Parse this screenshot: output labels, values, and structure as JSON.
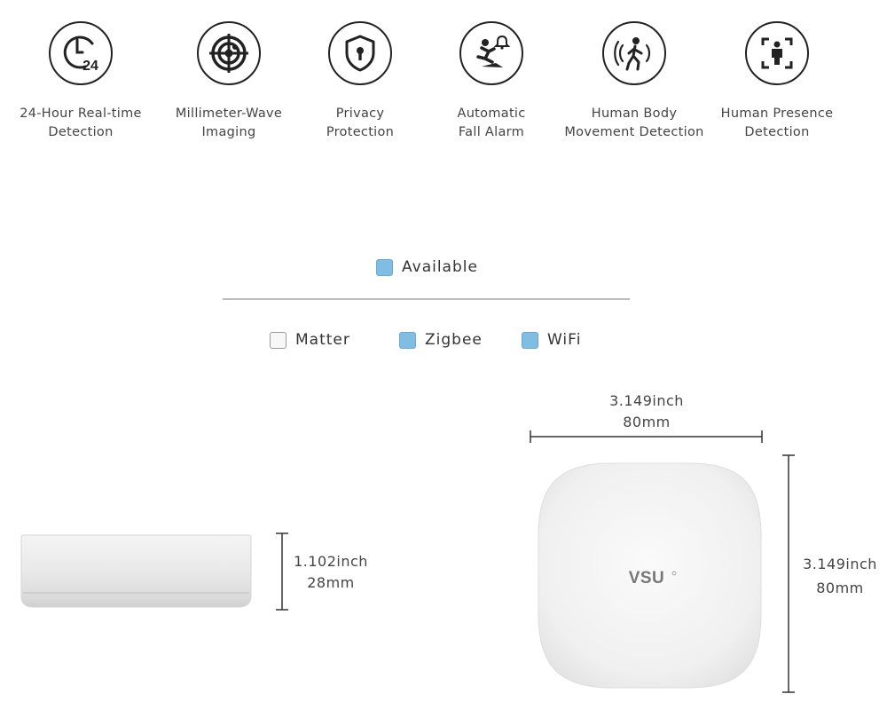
{
  "features": [
    {
      "icon": "clock-24-icon",
      "label": "24-Hour Real-time\nDetection",
      "badge": "24"
    },
    {
      "icon": "radar-target-icon",
      "label": "Millimeter-Wave\nImaging"
    },
    {
      "icon": "shield-lock-icon",
      "label": "Privacy\nProtection"
    },
    {
      "icon": "fall-alarm-icon",
      "label": "Automatic\nFall Alarm"
    },
    {
      "icon": "body-motion-icon",
      "label": "Human Body\nMovement  Detection"
    },
    {
      "icon": "presence-frame-icon",
      "label": "Human Presence\nDetection"
    }
  ],
  "legend": {
    "available_label": "Available",
    "protocols": [
      {
        "label": "Matter",
        "available": false
      },
      {
        "label": "Zigbee",
        "available": true
      },
      {
        "label": "WiFi",
        "available": true
      }
    ]
  },
  "dimensions": {
    "width": {
      "inch": "3.149inch",
      "mm": "80mm"
    },
    "height": {
      "inch": "3.149inch",
      "mm": "80mm"
    },
    "thickness": {
      "inch": "1.102inch",
      "mm": "28mm"
    }
  },
  "device": {
    "logo": "VSU"
  },
  "colors": {
    "available": "#7fbde3",
    "unavailable": "#f7f7f7",
    "icon": "#222222"
  }
}
